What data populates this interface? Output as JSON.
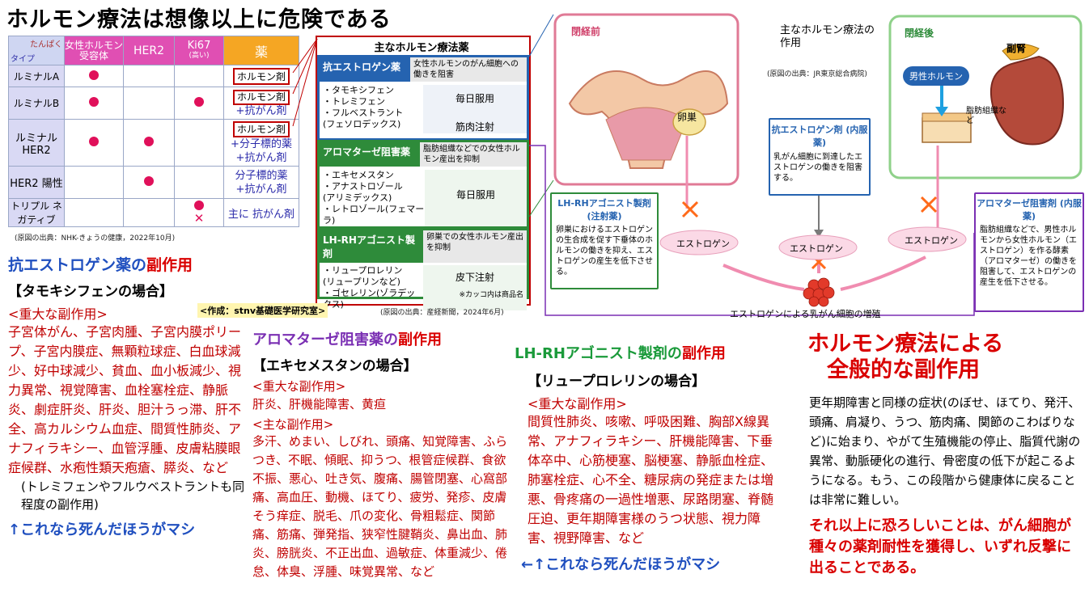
{
  "title": "ホルモン療法は想像以上に危険である",
  "subtype_table": {
    "corner_top": "たんぱく",
    "corner_bottom": "タイプ",
    "col_er": "女性ホルモン受容体",
    "col_her2": "HER2",
    "col_ki67": "Ki67",
    "col_ki67_sub": "(高い)",
    "col_drug": "薬",
    "rows": [
      {
        "name": "ルミナルA",
        "drugs": [
          "ホルモン剤"
        ]
      },
      {
        "name": "ルミナルB",
        "drugs": [
          "ホルモン剤",
          "+抗がん剤"
        ]
      },
      {
        "name": "ルミナル HER2",
        "drugs": [
          "ホルモン剤",
          "+分子標的薬",
          "+抗がん剤"
        ]
      },
      {
        "name": "HER2 陽性",
        "drugs": [
          "分子標的薬",
          "+抗がん剤"
        ]
      },
      {
        "name": "トリプル ネガティブ",
        "drugs": [
          "主に 抗がん剤"
        ]
      }
    ],
    "source": "(原図の出典：NHK-きょうの健康，2022年10月)"
  },
  "drug_list": {
    "title": "主なホルモン療法薬",
    "groups": [
      {
        "name": "抗エストロゲン薬",
        "desc": "女性ホルモンのがん細胞への働きを阻害",
        "items": [
          "タモキシフェン",
          "トレミフェン",
          "フルベストラント (フェソロデックス)"
        ],
        "usage": [
          "毎日服用",
          "筋肉注射"
        ]
      },
      {
        "name": "アロマターゼ阻害薬",
        "desc": "脂肪組織などでの女性ホルモン産出を抑制",
        "items": [
          "エキセメスタン",
          "アナストロゾール (アリミデックス)",
          "レトロゾール(フェマーラ)"
        ],
        "usage": [
          "毎日服用"
        ]
      },
      {
        "name": "LH-RHアゴニスト製剤",
        "desc": "卵巣での女性ホルモン産出を抑制",
        "items": [
          "リュープロレリン (リュープリンなど)",
          "ゴセレリン(ゾラデックス)"
        ],
        "usage": [
          "皮下注射"
        ]
      }
    ],
    "note": "※カッコ内は商品名",
    "source": "(原図の出典：産経新聞，2024年6月)"
  },
  "diagram": {
    "premenopause": "閉経前",
    "postmenopause": "閉経後",
    "ovary": "卵巣",
    "adrenal": "副腎",
    "male_hormone": "男性ホルモン",
    "fat": "脂肪組織など",
    "heading": "主なホルモン療法の作用",
    "source": "(原図の出典：JR東京総合病院)",
    "anti_estrogen_title": "抗エストロゲン剤 (内服薬)",
    "anti_estrogen_desc": "乳がん細胞に到達したエストロゲンの働きを阻害する。",
    "lhrh_title": "LH-RHアゴニスト製剤 (注射薬)",
    "lhrh_desc": "卵巣におけるエストロゲンの生合成を促す下垂体のホルモンの働きを抑え、エストロゲンの産生を低下させる。",
    "aromatase_title": "アロマターゼ阻害剤 (内服薬)",
    "aromatase_desc": "脂肪組織などで、男性ホルモンから女性ホルモン（エストロゲン）を作る酵素（アロマターゼ）の働きを阻害して、エストロゲンの産生を低下させる。",
    "estrogen": "エストロゲン",
    "proliferation": "エストロゲンによる乳がん細胞の増殖"
  },
  "credit": "<作成：stnv基礎医学研究室>",
  "col1": {
    "heading_drug": "抗エストロゲン薬の",
    "heading_side": "副作用",
    "case": "【タモキシフェンの場合】",
    "severe_label": "<重大な副作用>",
    "severe_text": "子宮体がん、子宮肉腫、子宮内膜ポリープ、子宮内膜症、無顆粒球症、白血球減少、好中球減少、貧血、血小板減少、視力異常、視覚障害、血栓塞栓症、静脈炎、劇症肝炎、肝炎、胆汁うっ滞、肝不全、高カルシウム血症、間質性肺炎、アナフィラキシー、血管浮腫、皮膚粘膜眼症候群、水疱性類天疱瘡、膵炎、など",
    "note": "(トレミフェンやフルウベストラントも同程度の副作用)",
    "finale": "↑これなら死んだほうがマシ"
  },
  "col2": {
    "heading_drug": "アロマターゼ阻害薬の",
    "heading_side": "副作用",
    "case": "【エキセメスタンの場合】",
    "severe_label": "<重大な副作用>",
    "severe_text": "肝炎、肝機能障害、黄疸",
    "main_label": "<主な副作用>",
    "main_text": "多汗、めまい、しびれ、頭痛、知覚障害、ふらつき、不眠、傾眠、抑うつ、根管症候群、食欲不振、悪心、吐き気、腹痛、腸管閉塞、心窩部痛、高血圧、動機、ほてり、疲労、発疹、皮膚そう痒症、脱毛、爪の変化、骨粗鬆症、関節痛、筋痛、弾発指、狭窄性腱鞘炎、鼻出血、肺炎、膀胱炎、不正出血、過敏症、体重減少、倦怠、体臭、浮腫、味覚異常、など"
  },
  "col3": {
    "heading_drug": "LH-RHアゴニスト製剤の",
    "heading_side": "副作用",
    "case": "【リュープロレリンの場合】",
    "severe_label": "<重大な副作用>",
    "severe_text": "間質性肺炎、咳嗽、呼吸困難、胸部X線異常、アナフィラキシー、肝機能障害、下垂体卒中、心筋梗塞、脳梗塞、静脈血栓症、肺塞栓症、心不全、糖尿病の発症または増悪、骨疼痛の一過性増悪、尿路閉塞、脊髄圧迫、更年期障害様のうつ状態、視力障害、視野障害、など",
    "finale": "←↑これなら死んだほうがマシ"
  },
  "col4": {
    "heading_line1": "ホルモン療法による",
    "heading_line2": "全般的な副作用",
    "body": "更年期障害と同様の症状(のぼせ、ほてり、発汗、頭痛、肩凝り、うつ、筋肉痛、関節のこわばりなど)に始まり、やがて生殖機能の停止、脂質代謝の異常、動脈硬化の進行、骨密度の低下が起こるようになる。もう、この段階から健康体に戻ることは非常に難しい。",
    "warning": "それ以上に恐ろしいことは、がん細胞が種々の薬剤耐性を獲得し、いずれ反撃に出ることである。"
  }
}
